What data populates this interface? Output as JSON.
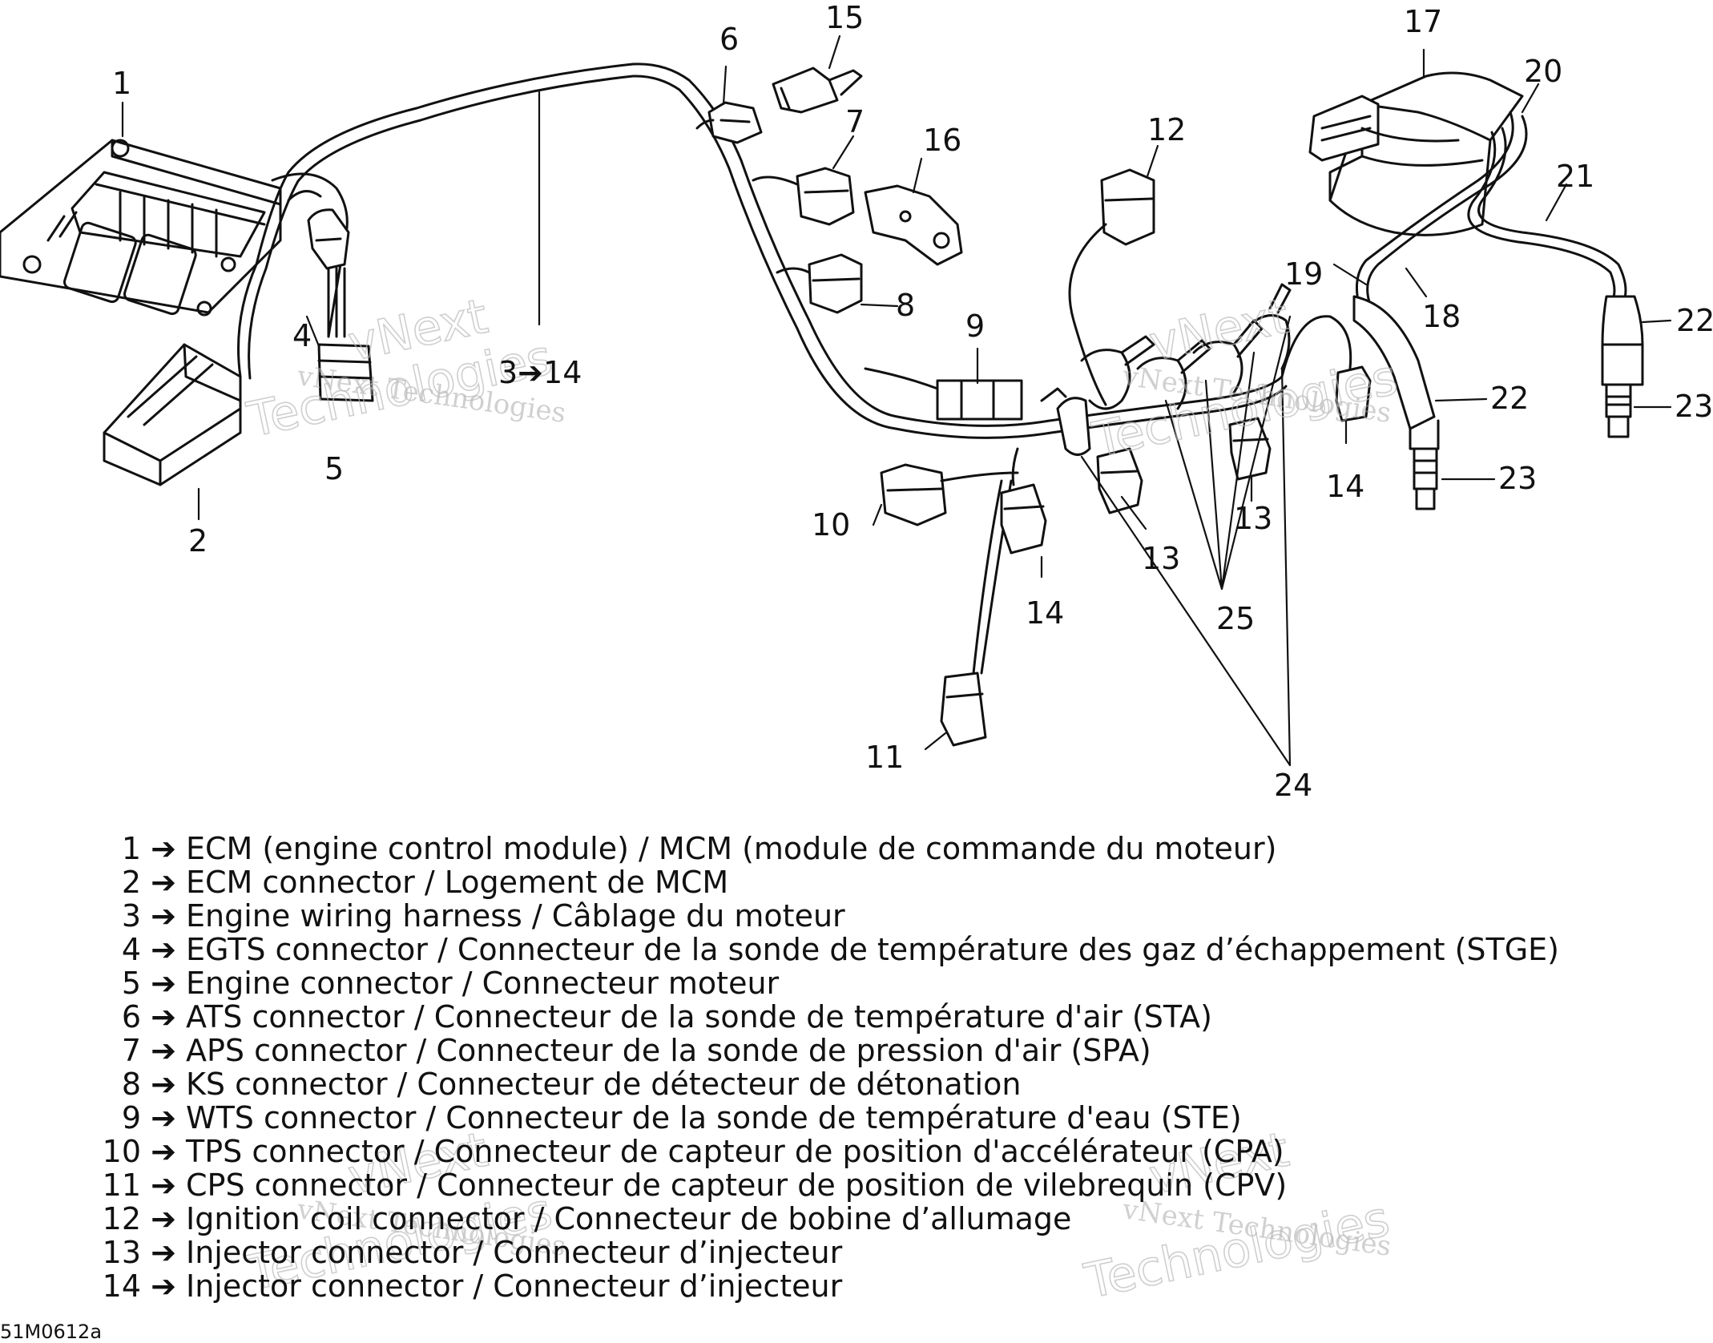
{
  "callouts": [
    {
      "n": "1"
    },
    {
      "n": "2"
    },
    {
      "n": "3➔14"
    },
    {
      "n": "4"
    },
    {
      "n": "5"
    },
    {
      "n": "6"
    },
    {
      "n": "7"
    },
    {
      "n": "8"
    },
    {
      "n": "9"
    },
    {
      "n": "10"
    },
    {
      "n": "11"
    },
    {
      "n": "12"
    },
    {
      "n": "13"
    },
    {
      "n": "13"
    },
    {
      "n": "14"
    },
    {
      "n": "14"
    },
    {
      "n": "15"
    },
    {
      "n": "16"
    },
    {
      "n": "17"
    },
    {
      "n": "18"
    },
    {
      "n": "19"
    },
    {
      "n": "20"
    },
    {
      "n": "21"
    },
    {
      "n": "22"
    },
    {
      "n": "22"
    },
    {
      "n": "23"
    },
    {
      "n": "23"
    },
    {
      "n": "24"
    },
    {
      "n": "25"
    }
  ],
  "watermark": {
    "line1": "vNext",
    "line2": "Technologies",
    "full": "vNext Technologies"
  },
  "legend": {
    "arrow": "➔",
    "items": [
      {
        "num": "1",
        "text": "ECM (engine control module) / MCM (module de commande du moteur)"
      },
      {
        "num": "2",
        "text": "ECM connector / Logement de MCM"
      },
      {
        "num": "3",
        "text": "Engine wiring harness / Câblage du moteur"
      },
      {
        "num": "4",
        "text": "EGTS connector / Connecteur de la sonde de température des gaz d’échappement (STGE)"
      },
      {
        "num": "5",
        "text": "Engine connector / Connecteur moteur"
      },
      {
        "num": "6",
        "text": "ATS connector / Connecteur de la sonde de température d'air (STA)"
      },
      {
        "num": "7",
        "text": "APS connector / Connecteur de la sonde de pression d'air (SPA)"
      },
      {
        "num": "8",
        "text": "KS connector / Connecteur de détecteur de détonation"
      },
      {
        "num": "9",
        "text": "WTS connector / Connecteur de la sonde de température d'eau (STE)"
      },
      {
        "num": "10",
        "text": "TPS connector / Connecteur de capteur de position d'accélérateur (CPA)"
      },
      {
        "num": "11",
        "text": "CPS connector / Connecteur  de capteur de position de vilebrequin (CPV)"
      },
      {
        "num": "12",
        "text": "Ignition coil connector / Connecteur de bobine d’allumage"
      },
      {
        "num": "13",
        "text": "Injector connector / Connecteur d’injecteur"
      },
      {
        "num": "14",
        "text": "Injector connector / Connecteur d’injecteur"
      }
    ]
  },
  "figure_ref": "51M0612a"
}
